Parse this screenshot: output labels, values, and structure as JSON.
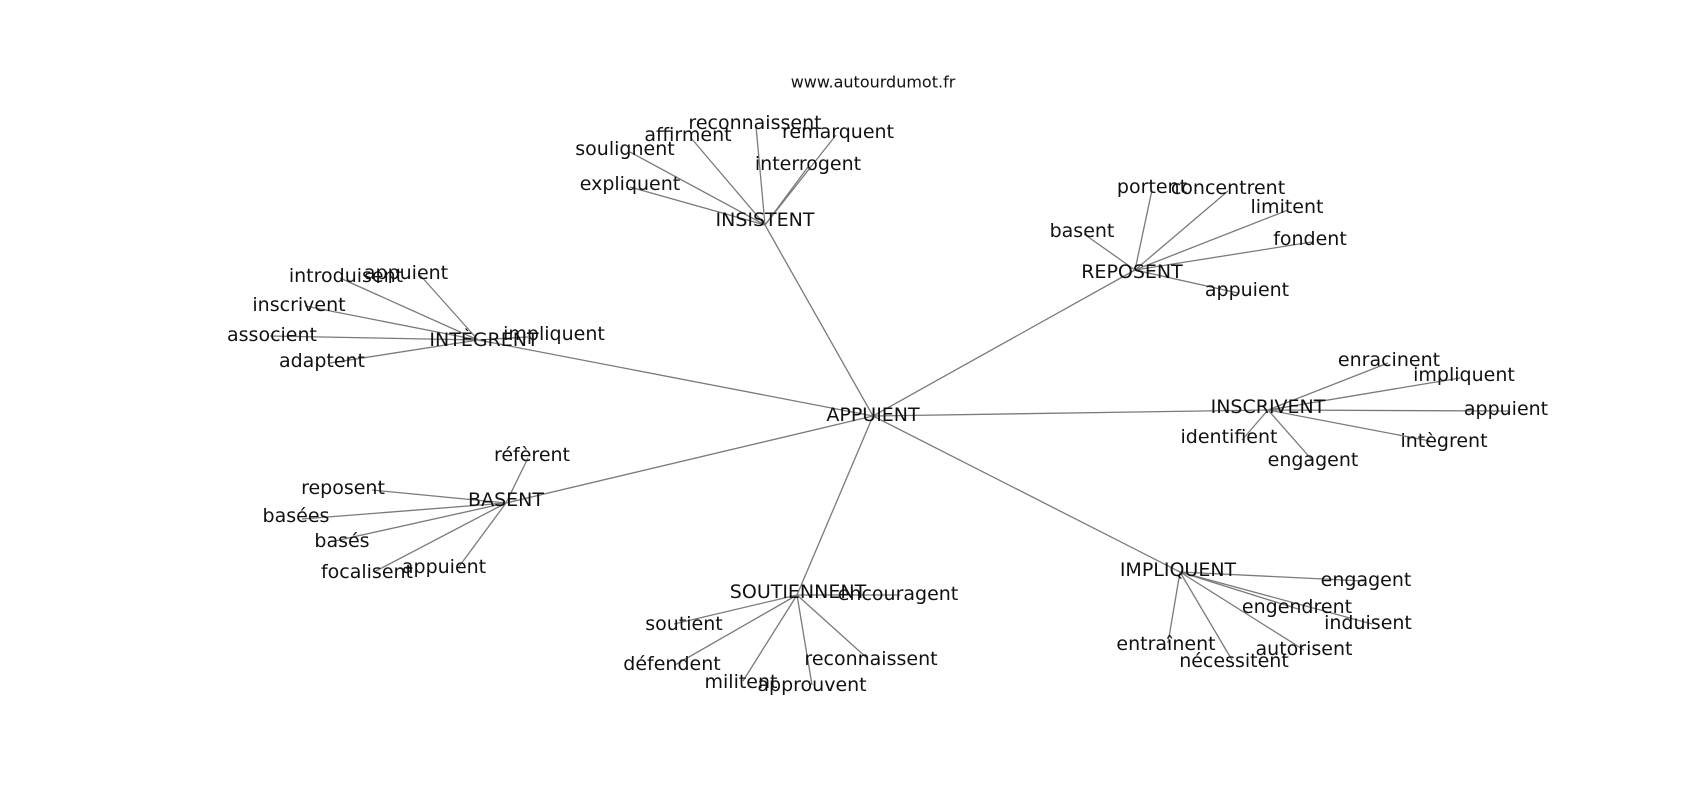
{
  "credit": "www.autourdumot.fr",
  "root": {
    "label": "APPUIENT"
  },
  "clusters": [
    {
      "label": "INSISTENT",
      "leaves": [
        "soulignent",
        "affirment",
        "reconnaissent",
        "remarquent",
        "interrogent",
        "expliquent"
      ]
    },
    {
      "label": "REPOSENT",
      "leaves": [
        "portent",
        "concentrent",
        "limitent",
        "fondent",
        "basent",
        "appuient"
      ]
    },
    {
      "label": "INTÈGRENT",
      "leaves": [
        "introduisent",
        "appuient",
        "inscrivent",
        "associent",
        "adaptent",
        "impliquent"
      ]
    },
    {
      "label": "INSCRIVENT",
      "leaves": [
        "enracinent",
        "impliquent",
        "appuient",
        "intègrent",
        "identifient",
        "engagent"
      ]
    },
    {
      "label": "BASENT",
      "leaves": [
        "réfèrent",
        "reposent",
        "basées",
        "basés",
        "focalisent",
        "appuient"
      ]
    },
    {
      "label": "SOUTIENNENT",
      "leaves": [
        "encouragent",
        "soutient",
        "défendent",
        "militent",
        "approuvent",
        "reconnaissent"
      ]
    },
    {
      "label": "IMPLIQUENT",
      "leaves": [
        "engagent",
        "engendrent",
        "induisent",
        "autorisent",
        "nécessitent",
        "entraînent"
      ]
    }
  ]
}
